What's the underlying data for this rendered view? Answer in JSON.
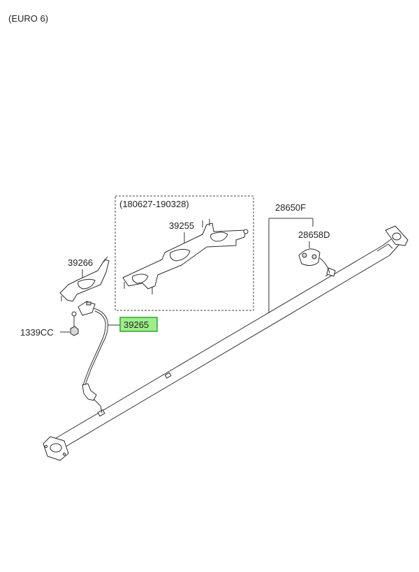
{
  "variant_note": "(EURO 6)",
  "date_range": "(180627-190328)",
  "parts": {
    "p39255": "39255",
    "p39266": "39266",
    "p39265": "39265",
    "p1339cc": "1339CC",
    "p28650f": "28650F",
    "p28658d": "28658D"
  },
  "highlight_color": "#9dee8a"
}
